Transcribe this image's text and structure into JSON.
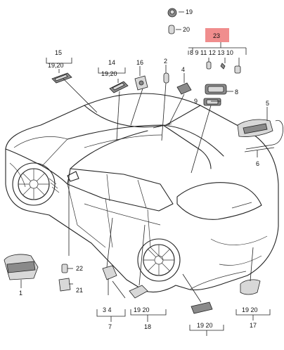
{
  "callouts": {
    "c1": "1",
    "c2": "2",
    "c3": "3",
    "c4": "4",
    "c5": "5",
    "c6": "6",
    "c7": "7",
    "c8": "8",
    "c9": "9",
    "c14": "14",
    "c15": "15",
    "c16": "16",
    "c17": "17",
    "c18": "18",
    "c19": "19",
    "c20": "20",
    "c21": "21",
    "c22": "22",
    "c23": "23"
  },
  "group_labels": {
    "g15_sub": "19,20",
    "g14_sub": "19,20",
    "g23_sub": "8 9  11  12 13  10",
    "g7_sub": "3   4",
    "g18_sub": "19  20",
    "g17_sub": "19  20",
    "gbottom_sub": "19  20"
  },
  "colors": {
    "highlight": "#f08d8d",
    "line": "#222222"
  }
}
